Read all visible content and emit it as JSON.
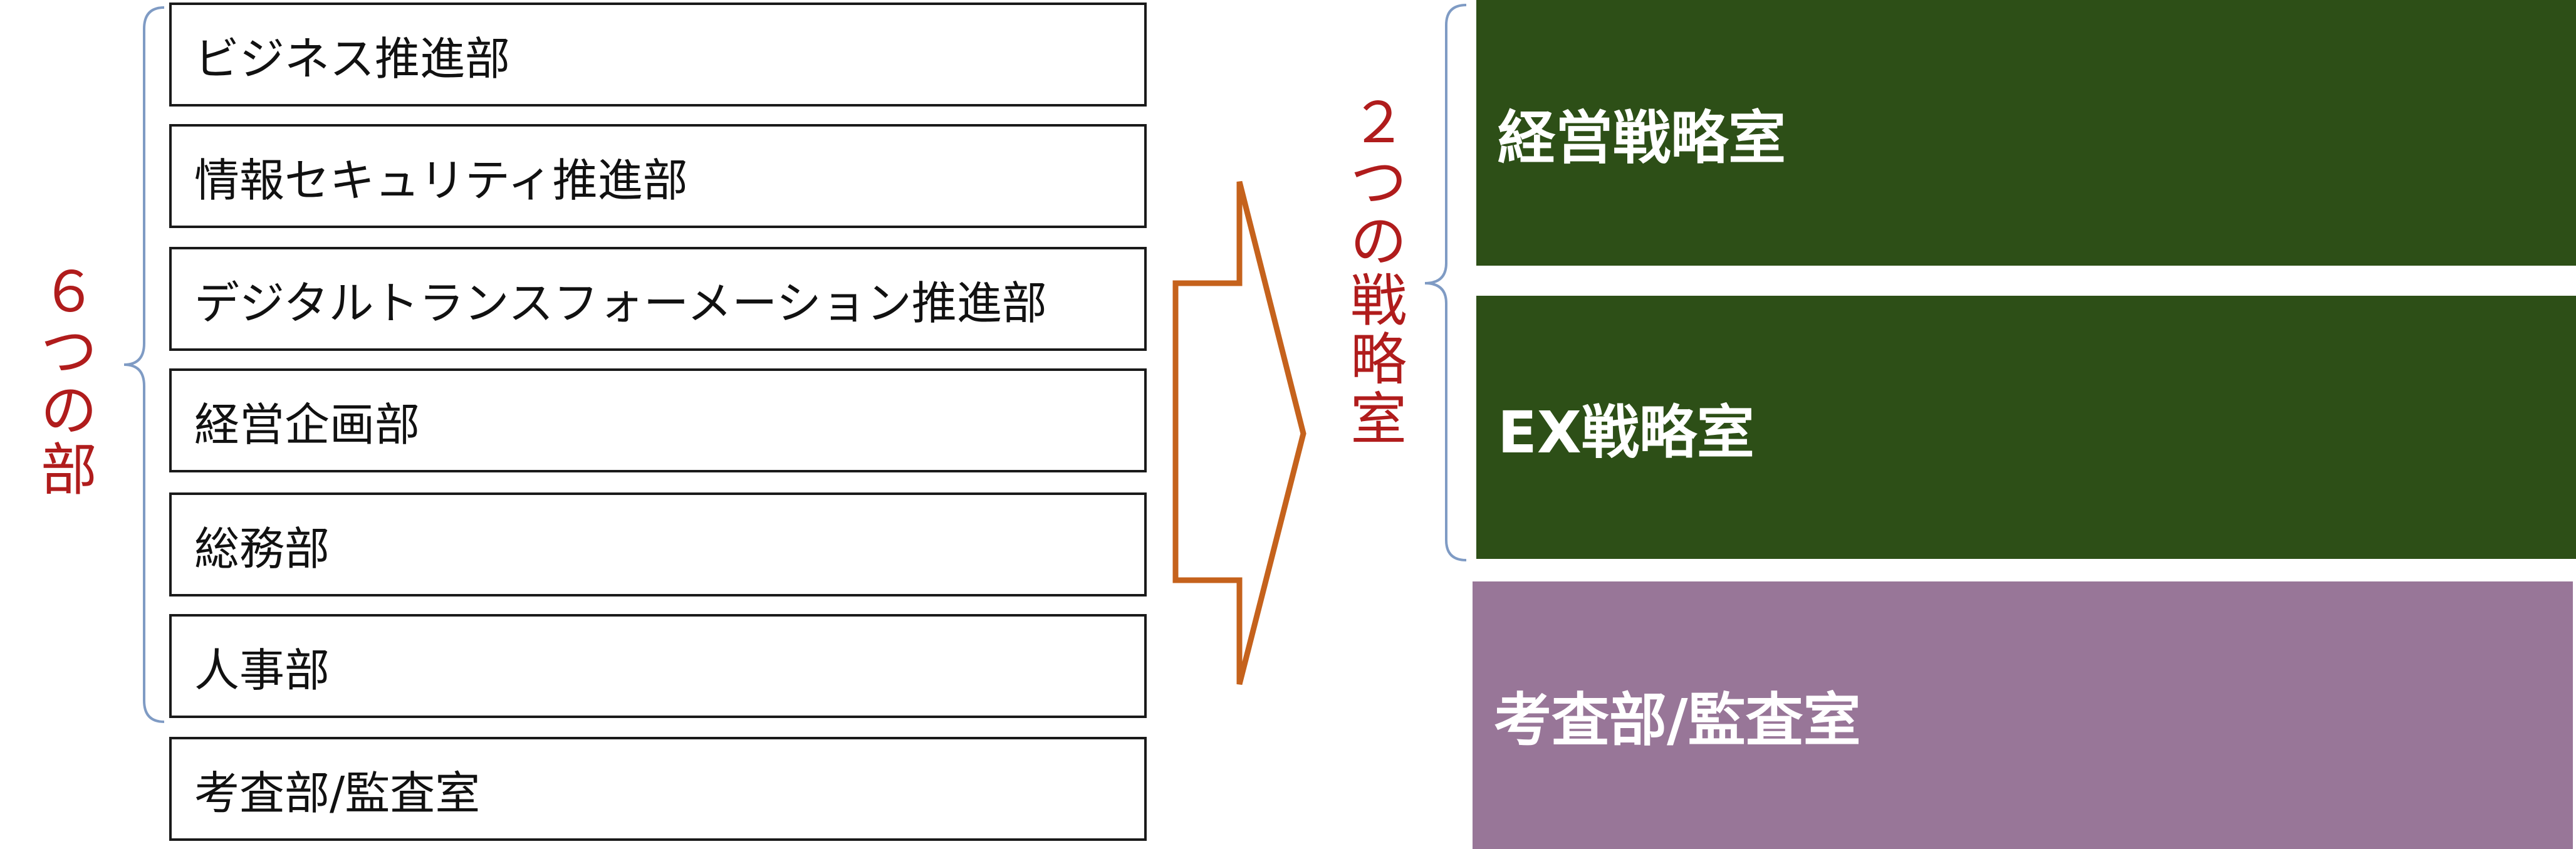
{
  "colors": {
    "label_red": "#b01c1c",
    "arrow": "#c5621c",
    "bracket": "#7f9bc4",
    "green": "#2d4f17",
    "purple": "#987698"
  },
  "left": {
    "group_label_chars": [
      "６",
      "つ",
      "の",
      "部"
    ],
    "departments": [
      "ビジネス推進部",
      "情報セキュリティ推進部",
      "デジタルトランスフォーメーション推進部",
      "経営企画部",
      "総務部",
      "人事部",
      "考査部/監査室"
    ]
  },
  "right": {
    "group_label_chars": [
      "２",
      "つ",
      "の",
      "戦",
      "略",
      "室"
    ],
    "rooms": [
      {
        "label": "経営戦略室",
        "color": "#2d4f17"
      },
      {
        "label": "EX戦略室",
        "color": "#2d4f17"
      },
      {
        "label": "考査部/監査室",
        "color": "#987698"
      }
    ]
  }
}
